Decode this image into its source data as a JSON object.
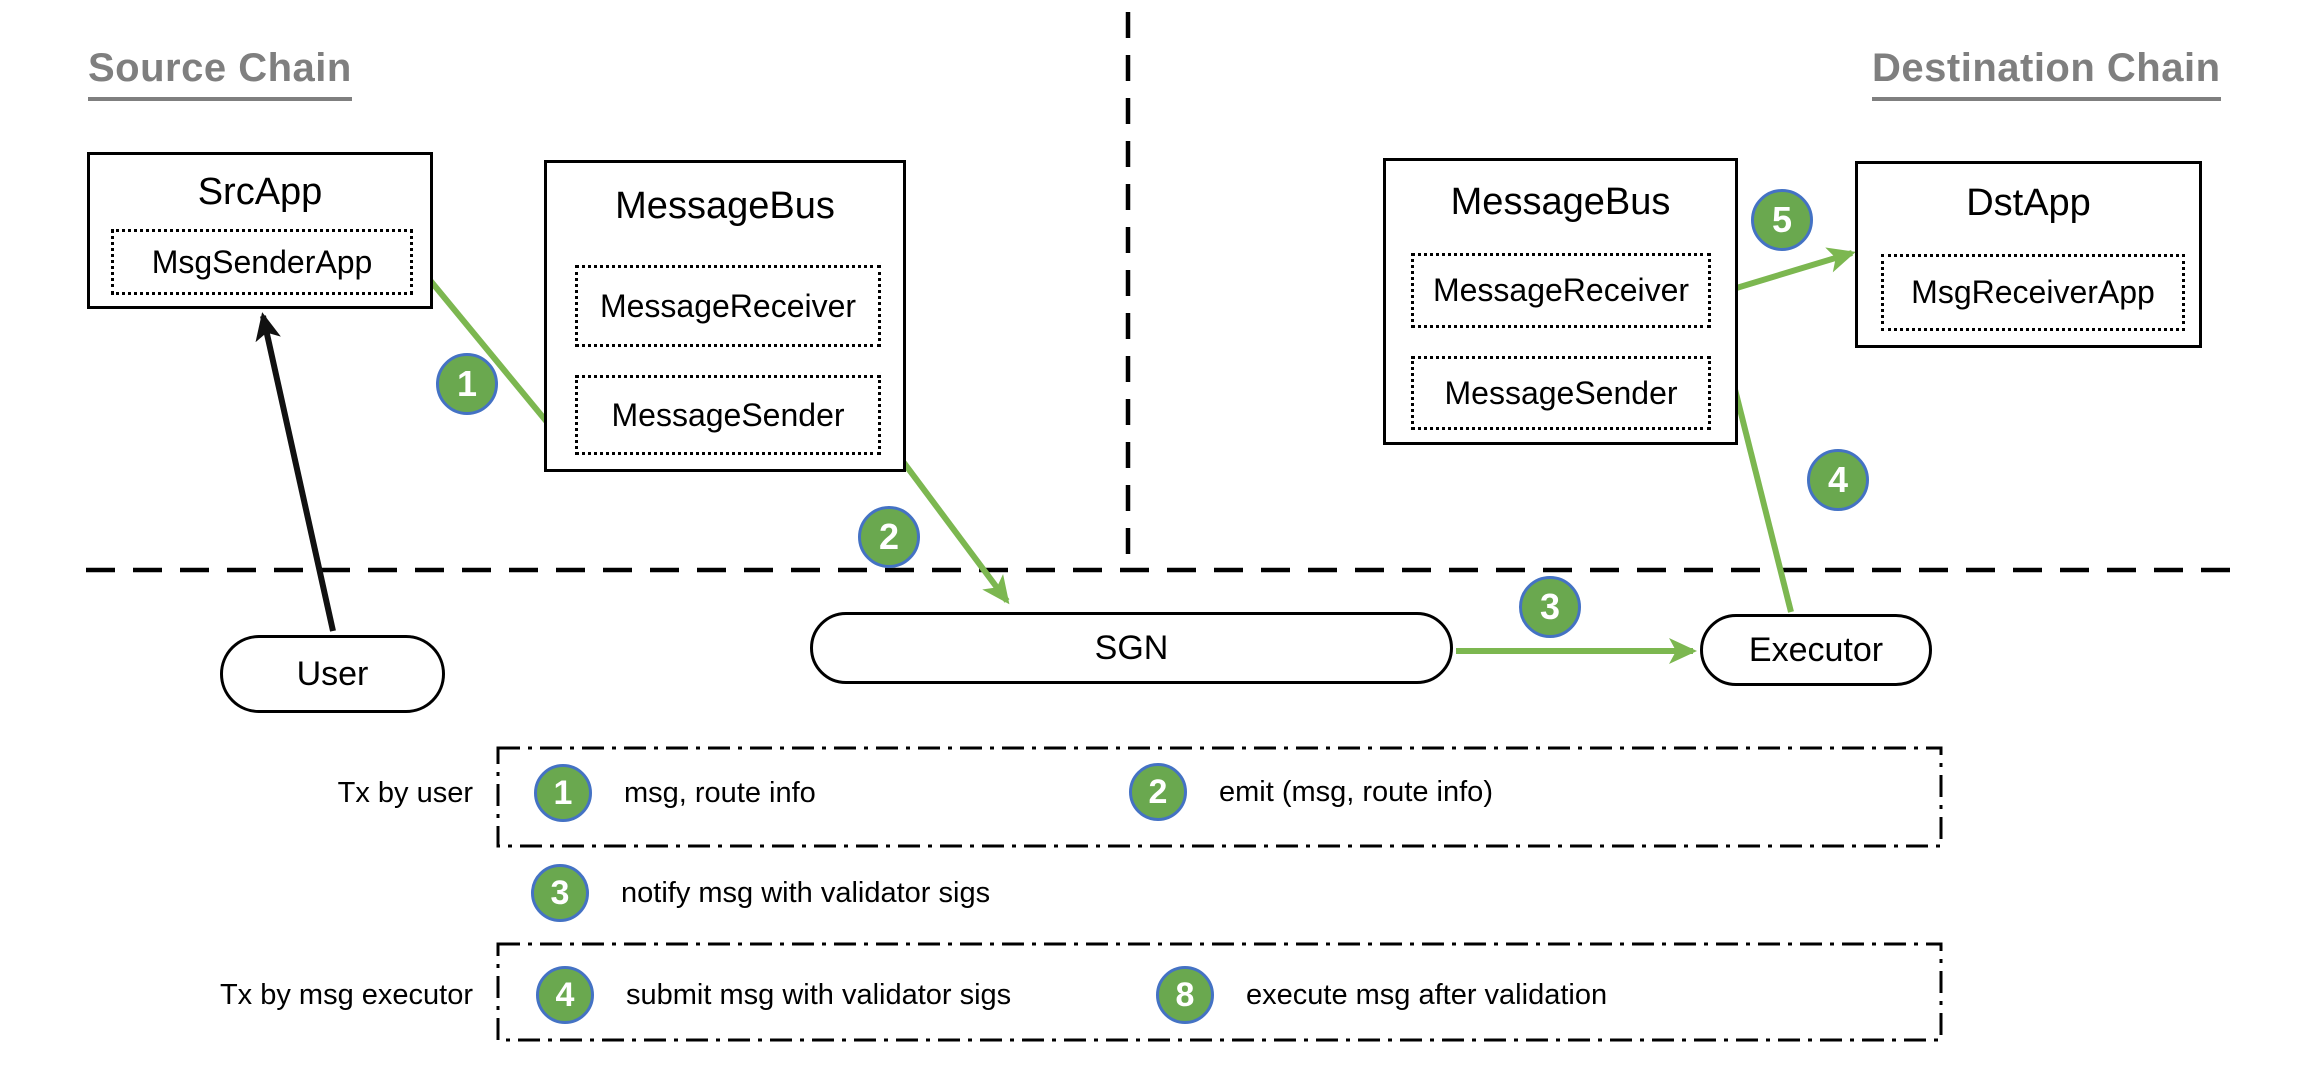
{
  "headings": {
    "source": "Source Chain",
    "destination": "Destination Chain"
  },
  "nodes": {
    "src_app": {
      "title": "SrcApp",
      "inner": "MsgSenderApp"
    },
    "src_message_bus": {
      "title": "MessageBus",
      "items": [
        "MessageReceiver",
        "MessageSender"
      ]
    },
    "dst_message_bus": {
      "title": "MessageBus",
      "items": [
        "MessageReceiver",
        "MessageSender"
      ]
    },
    "dst_app": {
      "title": "DstApp",
      "inner": "MsgReceiverApp"
    },
    "user": {
      "label": "User"
    },
    "sgn": {
      "label": "SGN"
    },
    "executor": {
      "label": "Executor"
    }
  },
  "steps": {
    "s1": "1",
    "s2": "2",
    "s3": "3",
    "s4": "4",
    "s5": "5"
  },
  "legend": {
    "tx_by_user_label": "Tx by user",
    "tx_by_msg_executor_label": "Tx by msg executor",
    "items": [
      {
        "num": "1",
        "text": "msg, route info"
      },
      {
        "num": "2",
        "text": "emit (msg, route info)"
      },
      {
        "num": "3",
        "text": "notify msg with validator sigs"
      },
      {
        "num": "4",
        "text": "submit msg with validator sigs"
      },
      {
        "num": "8",
        "text": "execute msg after validation"
      }
    ]
  },
  "colors": {
    "badge_fill": "#6aa84f",
    "badge_border": "#4472c4",
    "arrow_green": "#7cb750",
    "heading_gray": "#7f7f7f",
    "line_black": "#111111"
  }
}
